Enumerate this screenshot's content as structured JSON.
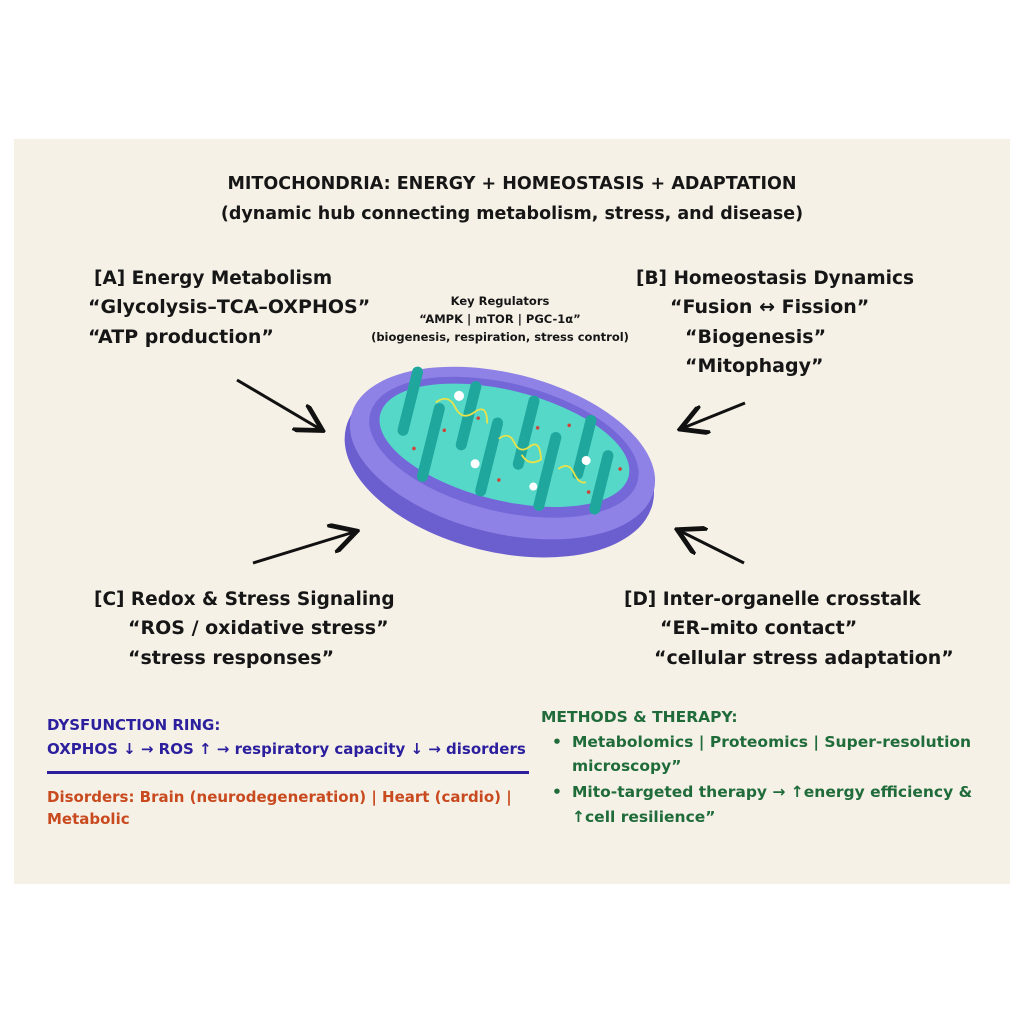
{
  "title": "MITOCHONDRIA: ENERGY + HOMEOSTASIS + ADAPTATION",
  "subtitle": "(dynamic hub connecting metabolism, stress, and disease)",
  "regulators": {
    "heading": "Key Regulators",
    "items": "“AMPK | mTOR | PGC-1α”",
    "roles": "(biogenesis, respiration, stress control)"
  },
  "sections": {
    "a": {
      "heading": "[A] Energy Metabolism",
      "lines": [
        "“Glycolysis–TCA–OXPHOS”",
        "“ATP production”"
      ]
    },
    "b": {
      "heading": "[B] Homeostasis Dynamics",
      "lines": [
        "“Fusion ↔ Fission”",
        "“Biogenesis”",
        "“Mitophagy”"
      ]
    },
    "c": {
      "heading": "[C] Redox & Stress Signaling",
      "lines": [
        "“ROS / oxidative stress”",
        "“stress responses”"
      ]
    },
    "d": {
      "heading": "[D] Inter-organelle crosstalk",
      "lines": [
        "“ER–mito contact”",
        "“cellular stress adaptation”"
      ]
    }
  },
  "dysfunction": {
    "heading": "DYSFUNCTION RING:",
    "chain": "OXPHOS ↓  →  ROS ↑  →  respiratory capacity ↓  →  disorders",
    "disorders_line1": "Disorders: Brain (neurodegeneration) | Heart (cardio) |",
    "disorders_line2": "Metabolic"
  },
  "methods": {
    "heading": "METHODS & THERAPY:",
    "item1_line1": "Metabolomics | Proteomics | Super-resolution",
    "item1_line2": "microscopy”",
    "item2_line1": "Mito-targeted therapy → ↑energy efficiency &",
    "item2_line2": "↑cell resilience”"
  },
  "colors": {
    "background": "#f6f1e7",
    "dysfunction": "#2b1f9e",
    "disorders": "#c84a1e",
    "methods": "#1f6b3a",
    "mito_outer": "#7b72d9",
    "mito_inner": "#4fd6c4"
  }
}
